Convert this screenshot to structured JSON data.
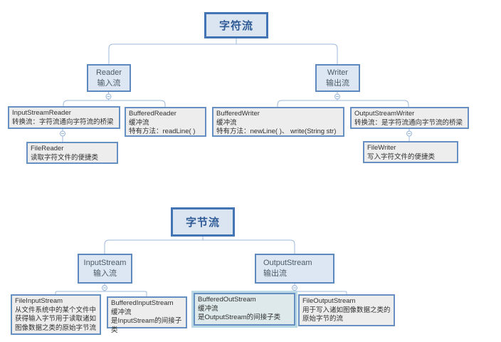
{
  "colors": {
    "root_border": "#4374b4",
    "root_fill": "#dbe5f1",
    "root_text": "#2e5a96",
    "level2_border": "#5e89be",
    "level2_fill": "#dde7f3",
    "level2_text": "#4b5a68",
    "leaf_border": "#6590c1",
    "leaf_fill": "#ededed",
    "connector_line": "#9db8da",
    "selected_fill": "#dde9ea",
    "selected_glow": "#bad9e5"
  },
  "diagrams": {
    "char": {
      "root": {
        "title": "字符流"
      },
      "reader": {
        "title": "Reader",
        "subtitle": "输入流"
      },
      "writer": {
        "title": "Writer",
        "subtitle": "输出流"
      },
      "input_stream_reader": {
        "title": "InputStreamReader",
        "desc": "转换流：字符流通向字符流的桥梁"
      },
      "buffered_reader": {
        "title": "BufferedReader",
        "desc1": "缓冲流",
        "desc2": "特有方法：readLine( )"
      },
      "buffered_writer": {
        "title": "BufferedWriter",
        "desc1": "缓冲流",
        "desc2": "特有方法：newLine( )、 write(String str)"
      },
      "output_stream_writer": {
        "title": "OutputStreamWriter",
        "desc": "转换流：是字符流通向字节流的桥梁"
      },
      "file_reader": {
        "title": "FileReader",
        "desc": "读取字符文件的便捷类"
      },
      "file_writer": {
        "title": "FileWriter",
        "desc": "写入字符文件的便捷类"
      }
    },
    "byte": {
      "root": {
        "title": "字节流"
      },
      "input_stream": {
        "title": "InputStream",
        "subtitle": "输入流"
      },
      "output_stream": {
        "title": "OutputStream",
        "subtitle": "输出流"
      },
      "file_input_stream": {
        "title": "FileInputStream",
        "desc": "从文件系统中的某个文件中获得输入字节用于读取诸如图像数据之类的原始字节流"
      },
      "buffered_input_stream": {
        "title": "BufferedInputStream",
        "desc1": "缓冲流",
        "desc2": "是InputStream的间接子类"
      },
      "buffered_out_stream": {
        "title": "BufferedOutStream",
        "desc1": "缓冲流",
        "desc2": "是OutputStream的间接子类"
      },
      "file_output_stream": {
        "title": "FileOutputStream",
        "desc": "用于写入诸如图像数据之类的原始字节的流"
      }
    }
  }
}
